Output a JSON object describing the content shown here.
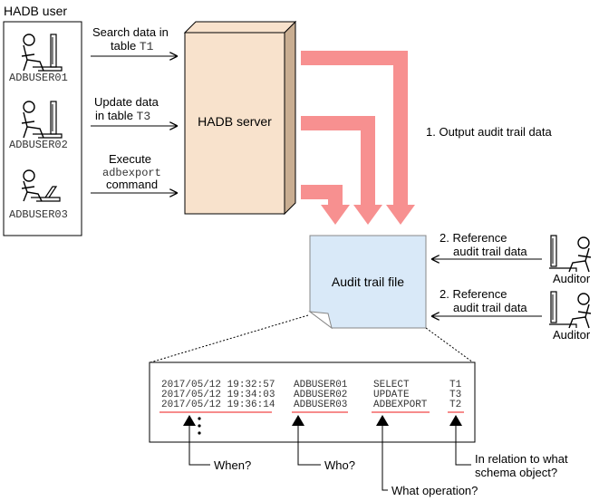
{
  "users_panel": {
    "title": "HADB user",
    "users": [
      "ADBUSER01",
      "ADBUSER02",
      "ADBUSER03"
    ]
  },
  "requests": [
    {
      "line1": "Search data in",
      "line2_text": "table ",
      "line2_code": "T1"
    },
    {
      "line1": "Update data",
      "line2_text": "in table ",
      "line2_code": "T3"
    },
    {
      "line1": "Execute",
      "line2_code": "adbexport",
      "line3": "command"
    }
  ],
  "server": {
    "label": "HADB server"
  },
  "output_label": "1. Output audit trail data",
  "file": {
    "label": "Audit trail file"
  },
  "auditors": [
    {
      "ref_line1": "2. Reference",
      "ref_line2": "audit trail data",
      "label": "Auditor"
    },
    {
      "ref_line1": "2. Reference",
      "ref_line2": "audit trail data",
      "label": "Auditor"
    }
  ],
  "records": [
    {
      "when": "2017/05/12 19:32:57",
      "who": "ADBUSER01",
      "what": "SELECT",
      "object": "T1"
    },
    {
      "when": "2017/05/12 19:34:03",
      "who": "ADBUSER02",
      "what": "UPDATE",
      "object": "T3"
    },
    {
      "when": "2017/05/12 19:36:14",
      "who": "ADBUSER03",
      "what": "ADBEXPORT",
      "object": "T2"
    }
  ],
  "callouts": {
    "when": "When?",
    "who": "Who?",
    "what": "What operation?",
    "object_line1": "In relation to what",
    "object_line2": "schema object?"
  },
  "colors": {
    "server_fill": "#f8e2cc",
    "server_side": "#c9ae92",
    "file_fill": "#d9e9f8",
    "flow_arrow": "#f79090",
    "underline": "#f78c8c"
  }
}
